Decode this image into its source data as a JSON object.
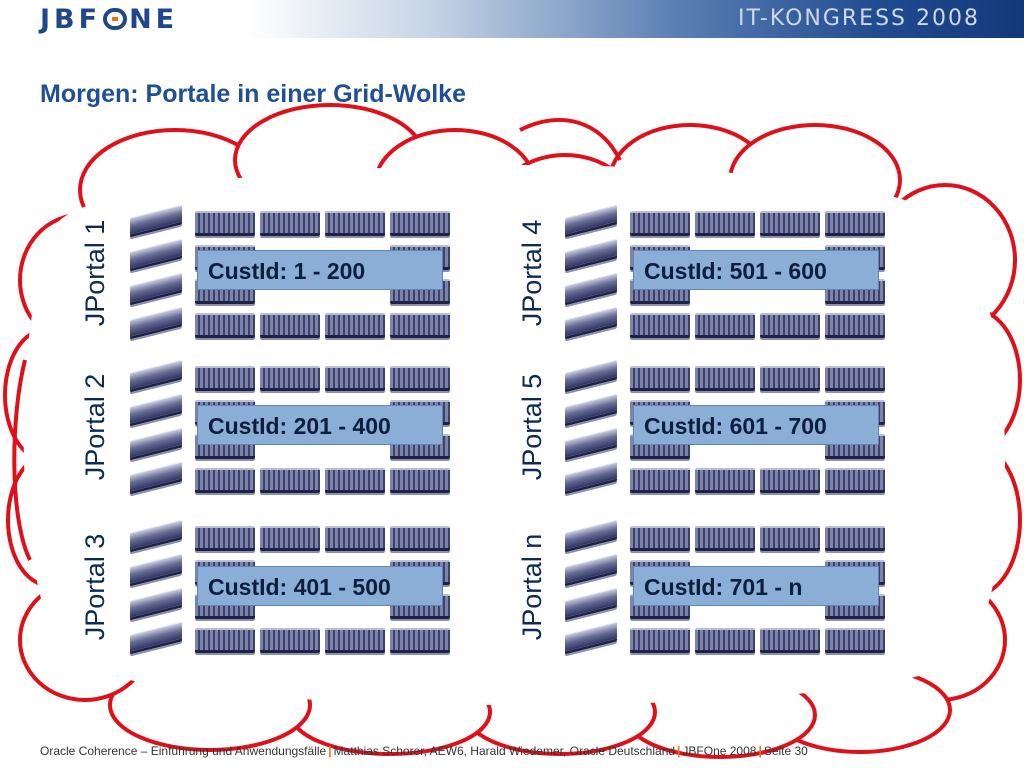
{
  "header": {
    "logo_letters": [
      "JBF",
      "NE"
    ],
    "event": "IT-KONGRESS 2008"
  },
  "title": "Morgen: Portale in einer Grid-Wolke",
  "groups": [
    {
      "portal": "JPortal 1",
      "range": "CustId: 1 - 200"
    },
    {
      "portal": "JPortal 2",
      "range": "CustId: 201 - 400"
    },
    {
      "portal": "JPortal 3",
      "range": "CustId: 401 - 500"
    },
    {
      "portal": "JPortal 4",
      "range": "CustId: 501 - 600"
    },
    {
      "portal": "JPortal 5",
      "range": "CustId: 601 - 700"
    },
    {
      "portal": "JPortal n",
      "range": "CustId: 701 - n"
    }
  ],
  "footer": {
    "parts": [
      "Oracle Coherence – Einführung und Anwendungsfälle",
      "Matthias Schorer, AEW6, Harald Wiedemer, Oracle Deutschland",
      "JBFOne 2008",
      "Seite 30"
    ]
  },
  "colors": {
    "cloud": "#e0101a",
    "title": "#1f4f95",
    "label_box": "#8aaed6",
    "header_dark": "#14397a"
  }
}
